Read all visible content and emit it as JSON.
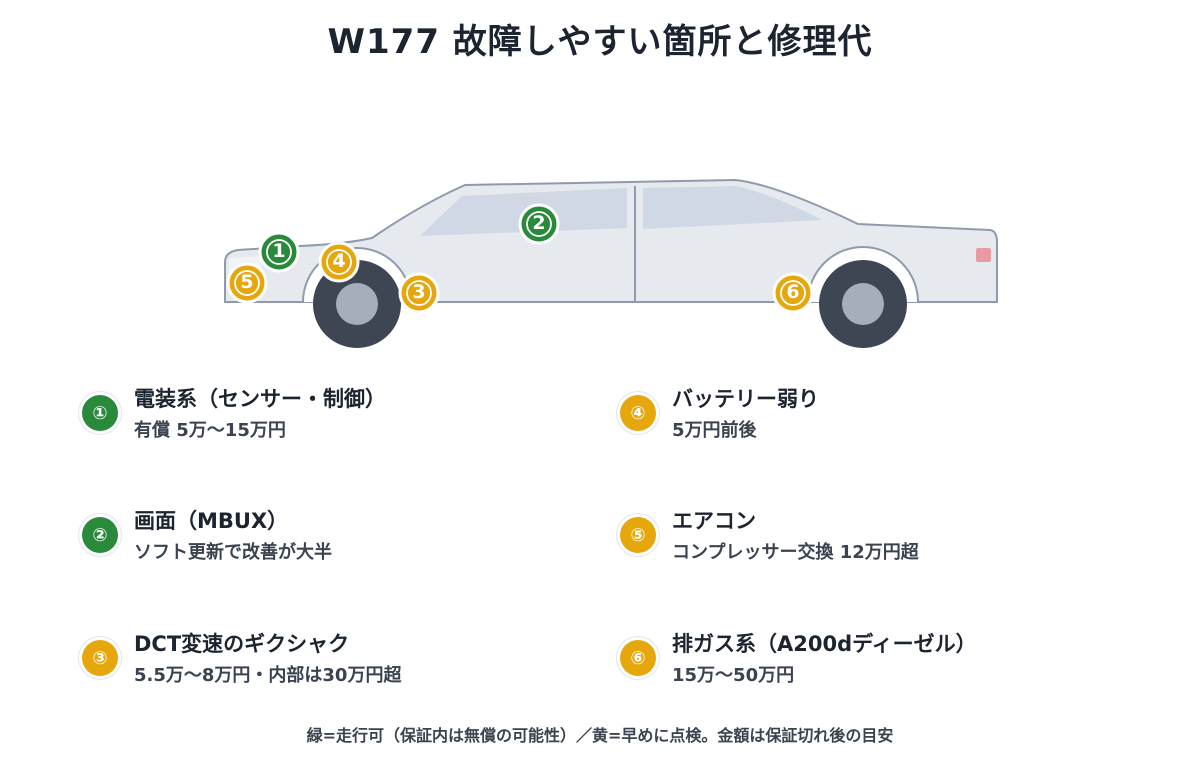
{
  "title": "W177 故障しやすい箇所と修理代",
  "colors": {
    "green": "#2a8a3b",
    "yellow": "#e5a70c",
    "body": "#e6e9ee",
    "outline": "#8f9bad",
    "window": "#cfd8e4",
    "tire": "#3e4654",
    "taillight": "#e79aa4"
  },
  "car_markers": [
    {
      "num": "1",
      "color": "green"
    },
    {
      "num": "2",
      "color": "green"
    },
    {
      "num": "3",
      "color": "yellow"
    },
    {
      "num": "4",
      "color": "yellow"
    },
    {
      "num": "5",
      "color": "yellow"
    },
    {
      "num": "6",
      "color": "yellow"
    }
  ],
  "items": [
    {
      "num": "①",
      "color": "green",
      "name": "電装系（センサー・制御）",
      "detail": "有償 5万〜15万円"
    },
    {
      "num": "②",
      "color": "green",
      "name": "画面（MBUX）",
      "detail": "ソフト更新で改善が大半"
    },
    {
      "num": "③",
      "color": "yellow",
      "name": "DCT変速のギクシャク",
      "detail": "5.5万〜8万円・内部は30万円超"
    },
    {
      "num": "④",
      "color": "yellow",
      "name": "バッテリー弱り",
      "detail": "5万円前後"
    },
    {
      "num": "⑤",
      "color": "yellow",
      "name": "エアコン",
      "detail": "コンプレッサー交換 12万円超"
    },
    {
      "num": "⑥",
      "color": "yellow",
      "name": "排ガス系（A200dディーゼル）",
      "detail": "15万〜50万円"
    }
  ],
  "footer": "緑=走行可（保証内は無償の可能性）／黄=早めに点検。金額は保証切れ後の目安"
}
